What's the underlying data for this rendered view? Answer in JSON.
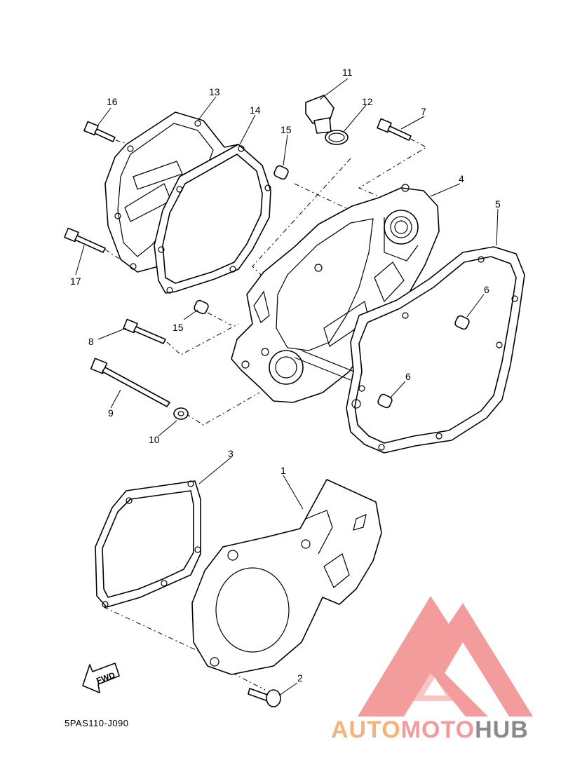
{
  "diagram_code": "5PAS110-J090",
  "fwd_label": "FWD",
  "callouts": [
    "1",
    "2",
    "3",
    "4",
    "5",
    "6",
    "6",
    "7",
    "8",
    "9",
    "10",
    "11",
    "12",
    "13",
    "14",
    "15",
    "15",
    "16",
    "17"
  ],
  "watermark": {
    "text_auto": "AUTO",
    "text_moto": "MOTO",
    "text_hub": "HUB",
    "colors": {
      "auto": "#f5b27a",
      "moto": "#f39a9a",
      "hub": "#8a8a8a",
      "logo": "#f28b8b"
    }
  }
}
